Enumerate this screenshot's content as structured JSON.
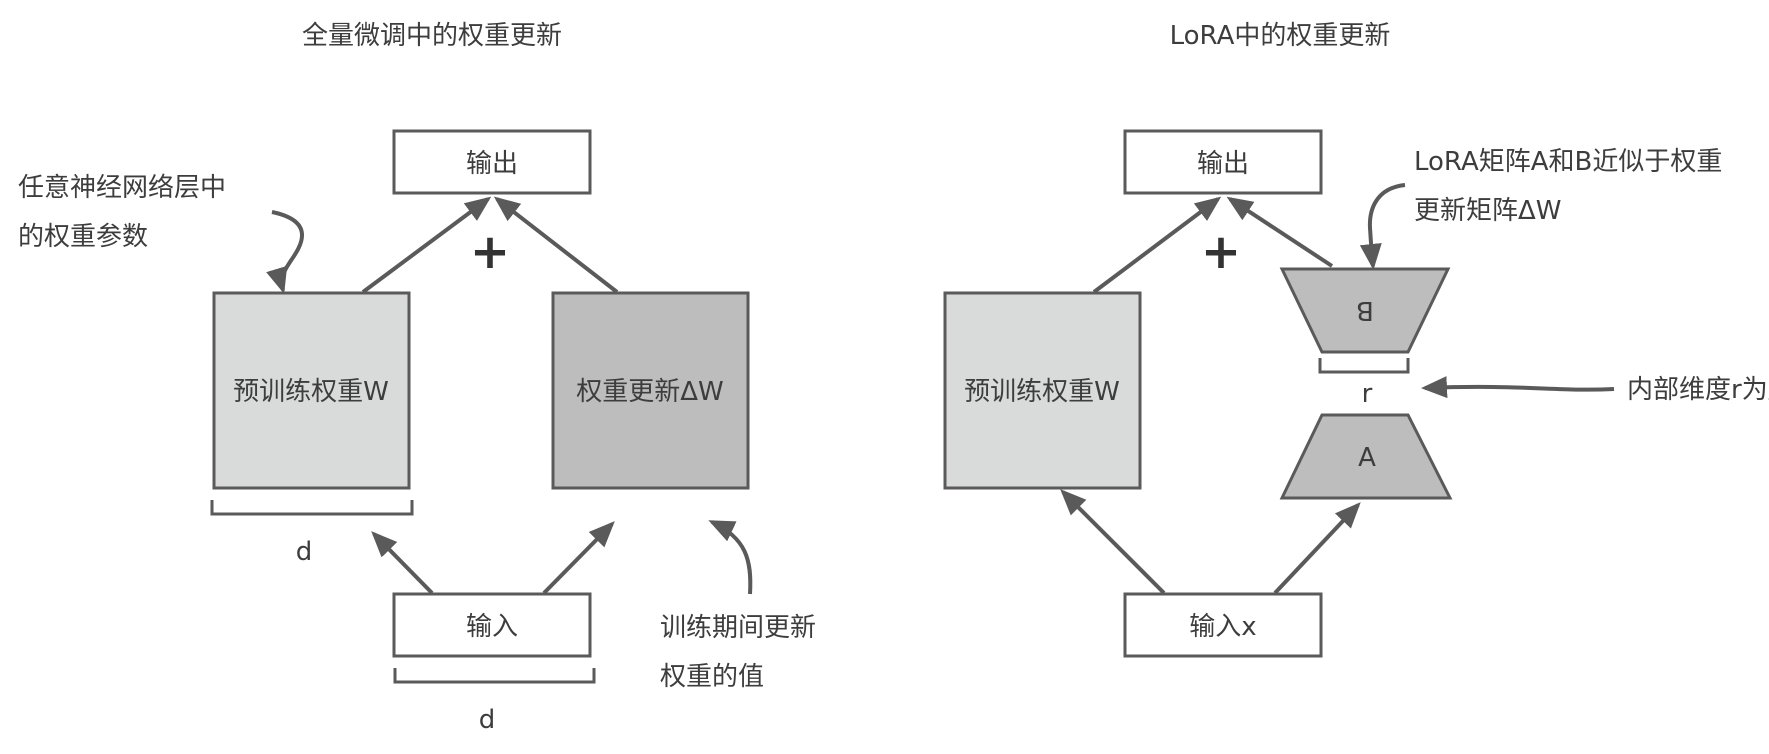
{
  "left": {
    "title": "全量微调中的权重更新",
    "output_label": "输出",
    "pretrained_label": "预训练权重W",
    "delta_label": "权重更新ΔW",
    "input_label": "输入",
    "plus": "+",
    "dim_d_1": "d",
    "dim_d_2": "d",
    "annot_layer_line1": "任意神经网络层中",
    "annot_layer_line2": "的权重参数",
    "annot_update_line1": "训练期间更新",
    "annot_update_line2": "权重的值"
  },
  "right": {
    "title": "LoRA中的权重更新",
    "output_label": "输出",
    "pretrained_label": "预训练权重W",
    "input_label": "输入x",
    "plus": "+",
    "matrix_b_label": "B",
    "matrix_a_label": "A",
    "rank_label": "r",
    "annot_lora_line1": "LoRA矩阵A和B近似于权重",
    "annot_lora_line2": "更新矩阵ΔW",
    "annot_rank": "内部维度r为超参数"
  },
  "colors": {
    "stroke": "#5a5a5a",
    "pretrained_fill": "#d9dbda",
    "delta_fill": "#bcbdbc",
    "matrix_fill": "#bcbdbc",
    "box_fill": "#ffffff"
  }
}
